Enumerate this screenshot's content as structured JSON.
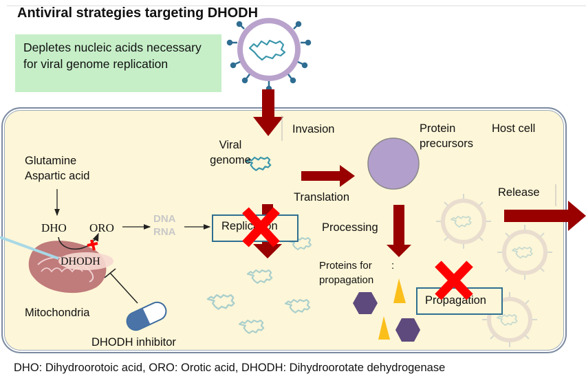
{
  "title": "Antiviral strategies targeting DHODH",
  "mechanism_box": {
    "text": "Depletes nucleic acids necessary for viral genome replication"
  },
  "host_cell": {
    "label": "Host cell"
  },
  "pathway": {
    "glutamine": "Glutamine",
    "aspartic_acid": "Aspartic acid",
    "dho": "DHO",
    "oro": "ORO",
    "dhodh": "DHODH",
    "dna": "DNA",
    "rna": "RNA",
    "mitochondria": "Mitochondria",
    "inhibitor": "DHODH inhibitor"
  },
  "viral_cycle": {
    "invasion": "Invasion",
    "viral_genome": "Viral genome",
    "translation": "Translation",
    "protein_precursors": "Protein precursors",
    "replication": "Replication",
    "processing": "Processing",
    "proteins_for_propagation": "Proteins for propagation",
    "colon": ":",
    "propagation": "Propagation",
    "release": "Release"
  },
  "colors": {
    "arrow": "#990000",
    "cross": "#ff0000",
    "cell_fill": "#fdf6d8",
    "green_box": "#c6efc8",
    "virus_ring": "#b9a3cc",
    "genome": "#3a96ab",
    "hexagon": "#5e4a7c",
    "triangle": "#fbbf1c",
    "box_border": "#2e6e90"
  },
  "footnote": "DHO: Dihydroorotoic acid, ORO: Orotic acid, DHODH: Dihydroorotate dehydrogenase"
}
